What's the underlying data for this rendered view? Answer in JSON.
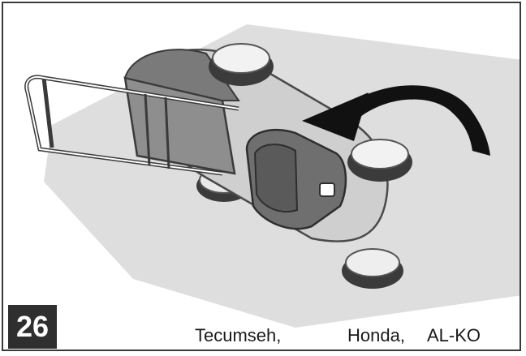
{
  "step": {
    "number": "26"
  },
  "brands": [
    "Tecumseh,",
    "Honda,",
    "AL-KO"
  ],
  "illustration": {
    "subject": "lawnmower-tilted",
    "arrow": "rotate-arrow"
  },
  "colors": {
    "border": "#3a3a3a",
    "badge_bg": "#2f2f2f",
    "badge_text": "#ffffff",
    "ground": "#dcdcdc",
    "deck": "#c9c9c9",
    "bag": "#8e8e8e",
    "engine": "#6f6f6f",
    "tire": "#3b3b3b",
    "arrow": "#111111"
  }
}
